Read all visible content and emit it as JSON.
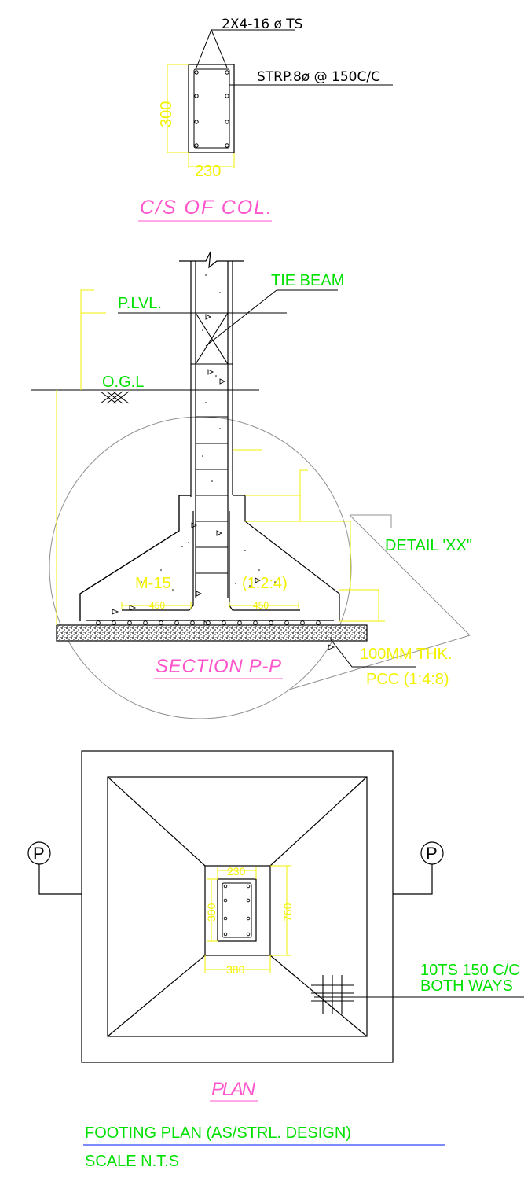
{
  "column_section": {
    "main_bars": "2X4-16 ø TS",
    "stirrups": "STRP.8ø @ 150C/C",
    "depth_dim": "300",
    "width_dim": "230",
    "title": "C/S OF COL."
  },
  "section_pp": {
    "tie_beam": "TIE BEAM",
    "plinth_level": "P.LVL.",
    "ground_level": "O.G.L",
    "concrete_grade": "M-15",
    "mix_ratio": "(1:2:4)",
    "left_offset_dim": "450",
    "right_offset_dim": "450",
    "detail_label": "DETAIL 'XX\"",
    "pcc_line1": "100MM  THK.",
    "pcc_line2": "PCC (1:4:8)",
    "title": "SECTION  P-P",
    "section_mark_left": "P",
    "section_mark_right": "P"
  },
  "plan": {
    "pedestal_width_dim": "230",
    "pedestal_depth_dim": "300",
    "stub_depth_dim": "760",
    "stub_width_dim": "380",
    "rebar_line1": "10TS 150 C/C",
    "rebar_line2": "BOTH WAYS",
    "title": "PLAN",
    "footing_title": "FOOTING PLAN (AS/STRL. DESIGN)",
    "scale": "SCALE   N.T.S"
  },
  "colors": {
    "linework": "#000000",
    "dimension": "#f2f200",
    "annotation": "#00e000",
    "title": "#ff55cc",
    "underline": "#3344ff",
    "detail_circle": "#909090"
  }
}
